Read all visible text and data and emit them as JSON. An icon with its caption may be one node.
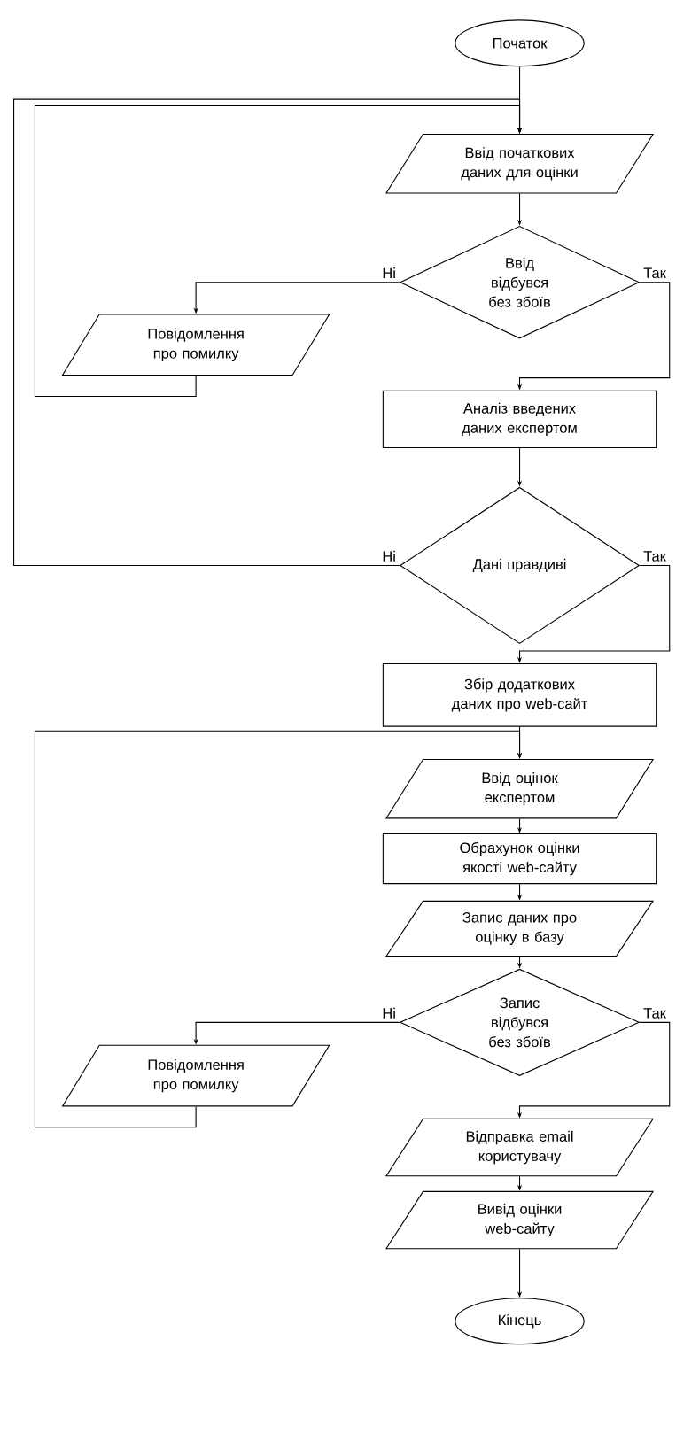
{
  "diagram": {
    "nodes": [
      {
        "text": [
          "Початок"
        ]
      },
      {
        "text": [
          "Ввід початкових даних для оцінки"
        ]
      },
      {
        "text": [
          "Ввід відбувся без збоїв"
        ]
      },
      {
        "text": [
          "Повідомлення про помилку"
        ]
      },
      {
        "text": [
          "Аналіз введених даних експертом"
        ]
      },
      {
        "text": [
          "Дані правдиві"
        ]
      },
      {
        "text": [
          "Збір додаткових даних про web-сайт"
        ]
      },
      {
        "text": [
          "Ввід оцінок експертом"
        ]
      },
      {
        "text": [
          "Обрахунок оцінки якості web-сайту"
        ]
      },
      {
        "text": [
          "Запис даних про оцінку в базу"
        ]
      },
      {
        "text": [
          "Запис відбувся без збоїв"
        ]
      },
      {
        "text": [
          "Повідомлення про помилку"
        ]
      },
      {
        "text": [
          "Відправка email користувачу"
        ]
      },
      {
        "text": [
          "Вивід оцінки web-сайту"
        ]
      },
      {
        "text": [
          "Кінець"
        ]
      }
    ],
    "edges": [
      {
        "from": 0,
        "to": 1,
        "arrow": "to"
      },
      {
        "from": 1,
        "to": 2,
        "arrow": "to"
      },
      {
        "from": 2,
        "to": 3,
        "arrow": "to",
        "label": "Ні"
      },
      {
        "from": 3,
        "to": 1,
        "arrow": "to"
      },
      {
        "from": 2,
        "to": 4,
        "arrow": "to",
        "label": "Так"
      },
      {
        "from": 4,
        "to": 5,
        "arrow": "to"
      },
      {
        "from": 5,
        "to": 1,
        "arrow": "to",
        "label": "Ні"
      },
      {
        "from": 5,
        "to": 6,
        "arrow": "to",
        "label": "Так"
      },
      {
        "from": 6,
        "to": 7,
        "arrow": "to"
      },
      {
        "from": 7,
        "to": 8,
        "arrow": "to"
      },
      {
        "from": 8,
        "to": 9,
        "arrow": "to"
      },
      {
        "from": 9,
        "to": 10,
        "arrow": "to"
      },
      {
        "from": 10,
        "to": 11,
        "arrow": "to",
        "label": "Ні"
      },
      {
        "from": 11,
        "to": 7,
        "arrow": "to"
      },
      {
        "from": 10,
        "to": 12,
        "arrow": "to",
        "label": "Так"
      },
      {
        "from": 12,
        "to": 13,
        "arrow": "to"
      },
      {
        "from": 13,
        "to": 14,
        "arrow": "to"
      }
    ]
  }
}
